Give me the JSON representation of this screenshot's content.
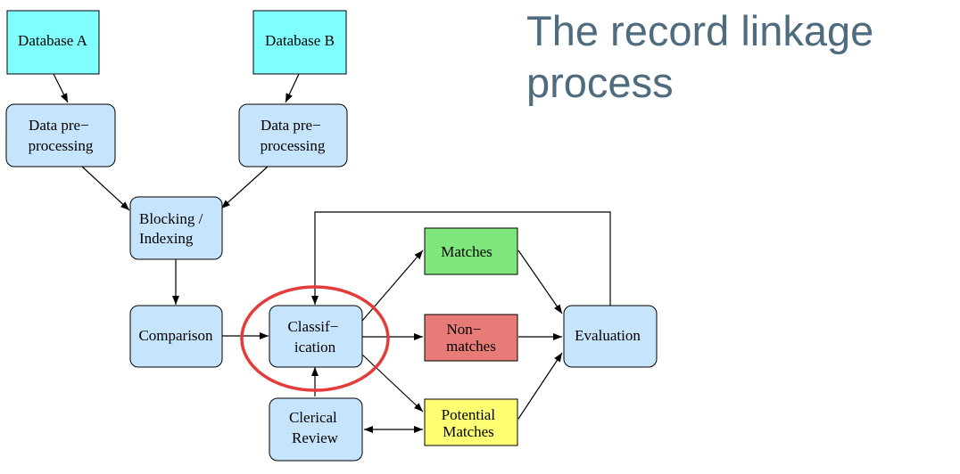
{
  "slide": {
    "title": "The record linkage\nprocess"
  },
  "diagram": {
    "nodes": {
      "database_a": [
        "Database A"
      ],
      "database_b": [
        "Database B"
      ],
      "preproc_a": [
        "Data pre−",
        "processing"
      ],
      "preproc_b": [
        "Data pre−",
        "processing"
      ],
      "blocking": [
        "Blocking /",
        "Indexing"
      ],
      "comparison": [
        "Comparison"
      ],
      "classification": [
        "Classif−",
        "ication"
      ],
      "clerical": [
        "Clerical",
        "Review"
      ],
      "matches": [
        "Matches"
      ],
      "nonmatches": [
        "Non−",
        "matches"
      ],
      "potential": [
        "Potential",
        "Matches"
      ],
      "evaluation": [
        "Evaluation"
      ]
    },
    "colors": {
      "database": "#80ffff",
      "process": "#c6e4fb",
      "matches": "#7ee67a",
      "nonmatches": "#e67b78",
      "potential": "#ffff73",
      "highlight_circle": "#e43b3b",
      "title": "#4f6b7e"
    }
  }
}
